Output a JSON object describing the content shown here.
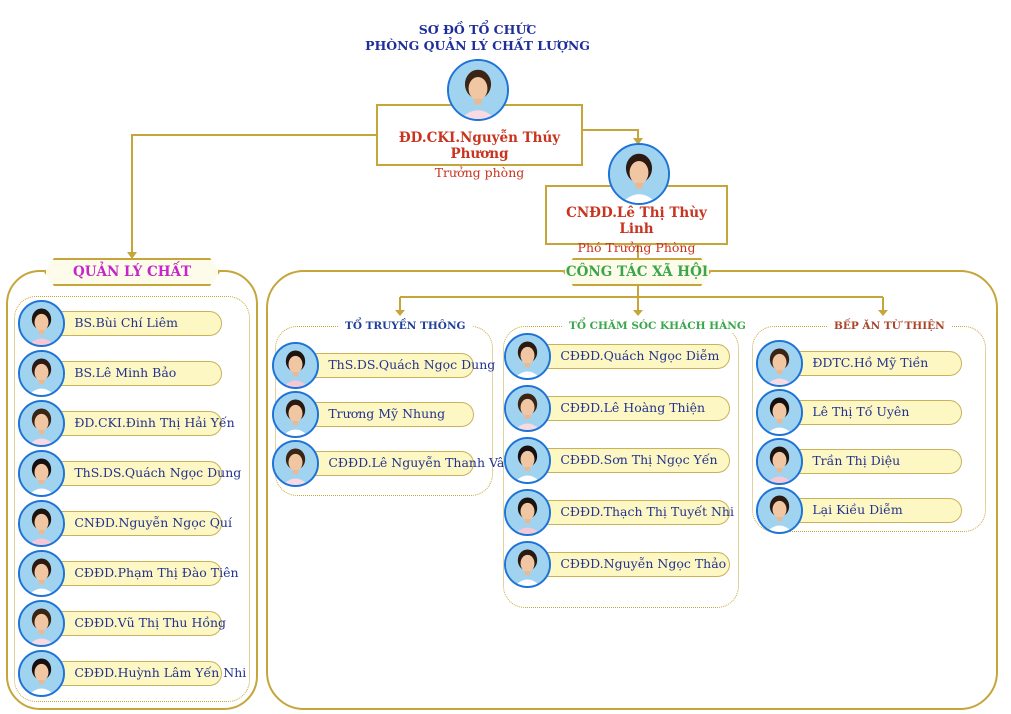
{
  "header": {
    "line1": "SƠ ĐỒ TỔ CHỨC",
    "line2": "PHÒNG QUẢN LÝ CHẤT LƯỢNG"
  },
  "head": {
    "name": "ĐD.CKI.Nguyễn Thúy Phương",
    "role": "Trưởng phòng"
  },
  "deputy": {
    "name": "CNĐD.Lê Thị Thùy Linh",
    "role": "Phó Trưởng Phòng"
  },
  "colors": {
    "gold": "#c6a63a",
    "pill_fill": "#fdf7c3",
    "name_blue": "#24338f",
    "head_red": "#c8341f",
    "quality_magenta": "#c526c9",
    "social_green": "#3aa64a",
    "teal_label": "#1f7a8c",
    "brown_label": "#a8452a"
  },
  "quality": {
    "title": "QUẢN LÝ CHẤT LƯỢNG",
    "members": [
      "BS.Bùi Chí Liêm",
      "BS.Lê Minh Bảo",
      "ĐD.CKI.Đinh Thị Hải Yến",
      "ThS.DS.Quách Ngọc Dung",
      "CNĐD.Nguyễn Ngọc Quí",
      "CĐĐD.Phạm Thị Đào Tiên",
      "CĐĐD.Vũ Thị Thu Hồng",
      "CĐĐD.Huỳnh Lâm Yến Nhi"
    ]
  },
  "social": {
    "title": "CÔNG TÁC XÃ HỘI",
    "groups": [
      {
        "title": "TỔ TRUYỀN THÔNG",
        "members": [
          "ThS.DS.Quách Ngọc Dung",
          "Trương Mỹ Nhung",
          "CĐĐD.Lê Nguyễn Thanh Vân"
        ]
      },
      {
        "title": "TỔ CHĂM SÓC KHÁCH HÀNG",
        "members": [
          "CĐĐD.Quách Ngọc Diễm",
          "CĐĐD.Lê Hoàng Thiện",
          "CĐĐD.Sơn Thị Ngọc Yến",
          "CĐĐD.Thạch Thị Tuyết Nhi",
          "CĐĐD.Nguyễn Ngọc Thảo"
        ]
      },
      {
        "title": "BẾP ĂN TỪ THIỆN",
        "members": [
          "ĐDTC.Hồ Mỹ Tiền",
          "Lê Thị Tố Uyên",
          "Trần Thị Diệu",
          "Lại Kiều Diễm"
        ]
      }
    ]
  }
}
